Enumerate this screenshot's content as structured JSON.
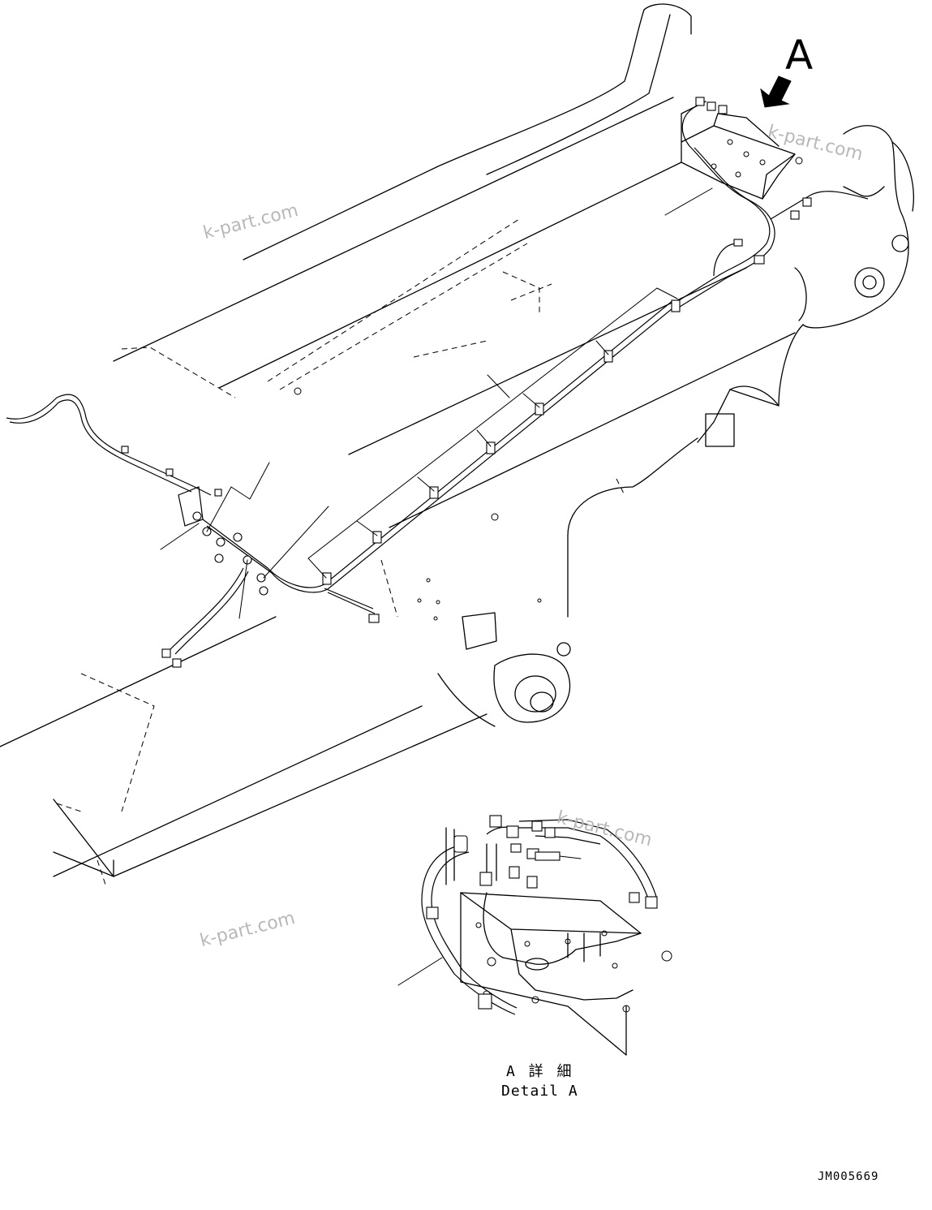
{
  "view_letter": "A",
  "detail_label_jp": "A 詳 細",
  "detail_label_en": "Detail A",
  "drawing_code": "JM005669",
  "watermarks": [
    "k-part.com",
    "k-part.com",
    "k-part.com",
    "k-part.com"
  ]
}
